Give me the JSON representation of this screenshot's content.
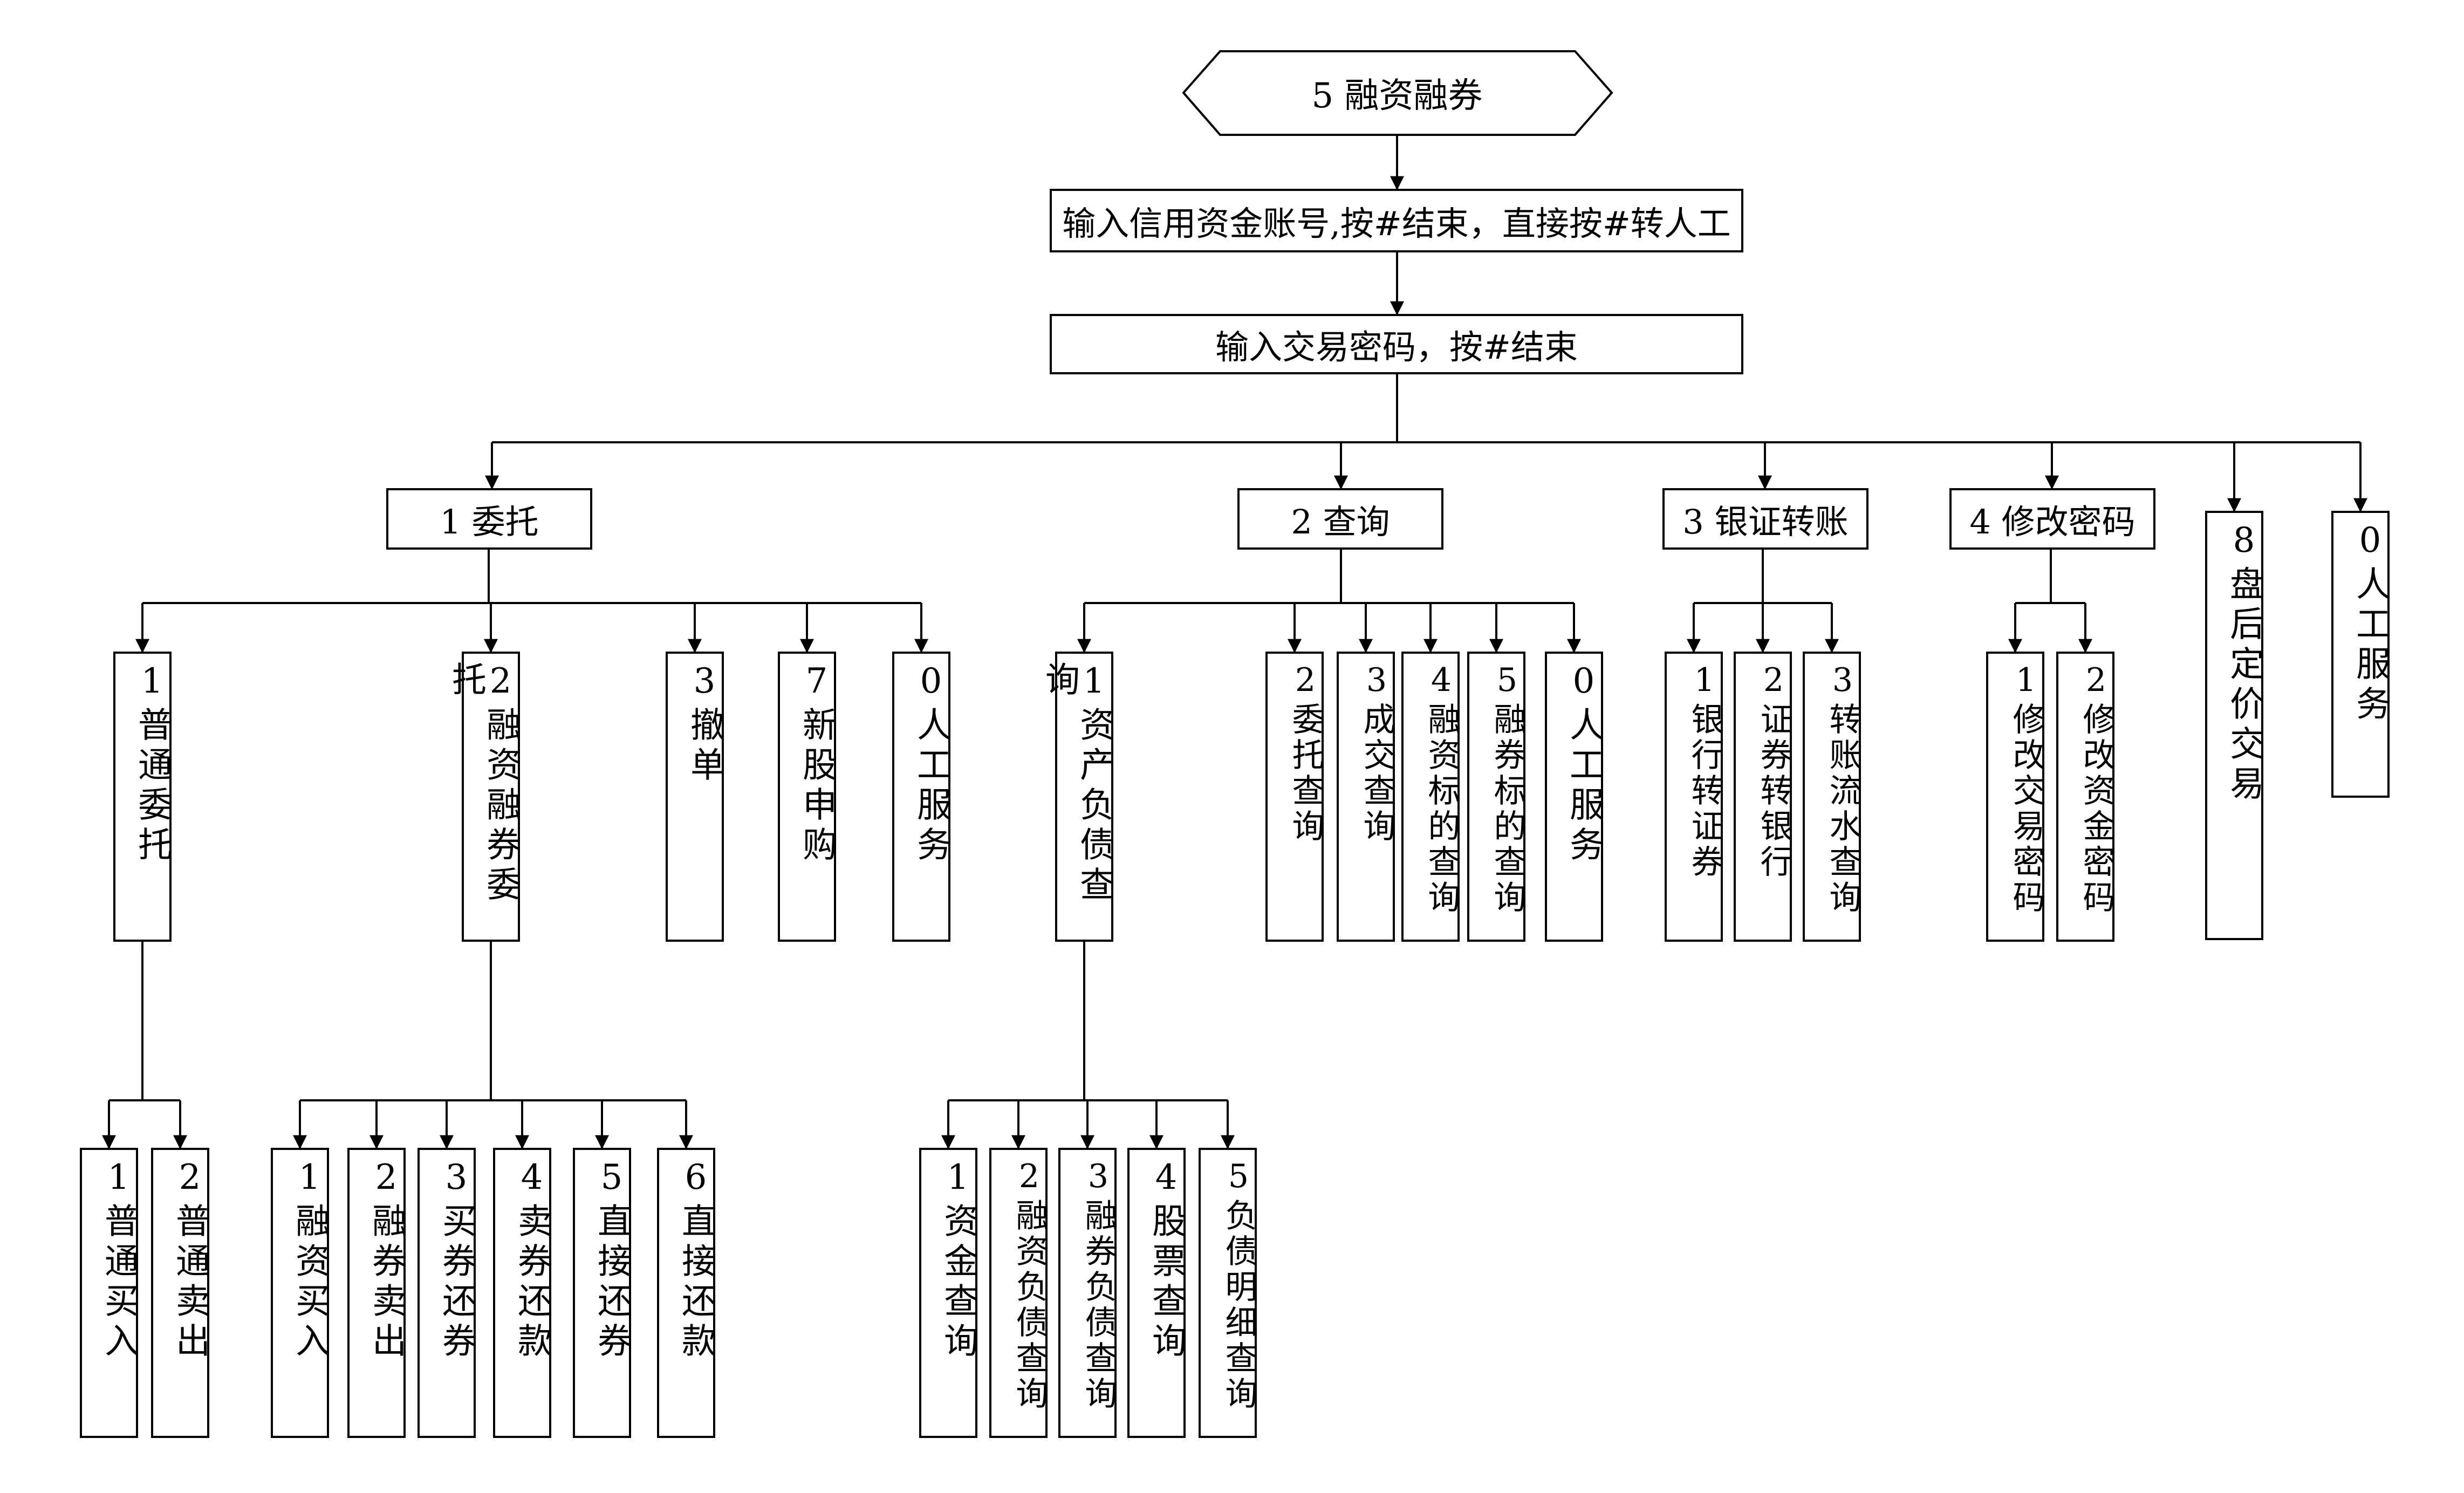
{
  "root": {
    "label": "5 融资融券"
  },
  "step1": {
    "label": "输入信用资金账号,按#结束，直接按#转人工"
  },
  "step2": {
    "label": "输入交易密码，按#结束"
  },
  "menu": {
    "entrust": {
      "label": "1 委托",
      "items": [
        "1普通委托",
        "2融资融券委托",
        "3撤单",
        "7新股申购",
        "0人工服务"
      ],
      "normal_sub": [
        "1普通买入",
        "2普通卖出"
      ],
      "margin_sub": [
        "1融资买入",
        "2融券卖出",
        "3买券还券",
        "4卖券还款",
        "5直接还券",
        "6直接还款"
      ]
    },
    "query": {
      "label": "2 查询",
      "items": [
        "1资产负债查询",
        "2委托查询",
        "3成交查询",
        "4融资标的查询",
        "5融券标的查询",
        "0人工服务"
      ],
      "asset_sub": [
        "1资金查询",
        "2融资负债查询",
        "3融券负债查询",
        "4股票查询",
        "5负债明细查询"
      ]
    },
    "transfer": {
      "label": "3 银证转账",
      "items": [
        "1银行转证券",
        "2证券转银行",
        "3转账流水查询"
      ]
    },
    "password": {
      "label": "4 修改密码",
      "items": [
        "1修改交易密码",
        "2修改资金密码"
      ]
    },
    "after_hours": {
      "label": "8盘后定价交易"
    },
    "manual": {
      "label": "0人工服务"
    }
  }
}
